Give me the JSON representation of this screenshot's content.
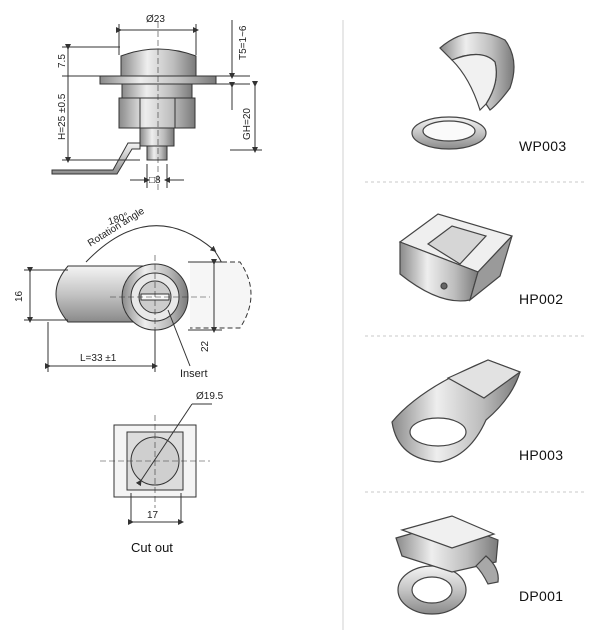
{
  "drawing": {
    "front_view": {
      "diameter_label": "Ø23",
      "flange_label": "7.5",
      "height_label": "H=25 ±0.5",
      "thickness_label": "T5=1~6",
      "gh_label": "GH=20",
      "square_label": "□8"
    },
    "rotation_view": {
      "angle_label": "180°",
      "rotation_label": "Rotation angle",
      "width_label": "16",
      "length_label": "L=33 ±1",
      "depth_label": "22",
      "insert_label": "Insert"
    },
    "cutout_view": {
      "diameter_label": "Ø19.5",
      "width_label": "17",
      "caption": "Cut out"
    }
  },
  "accessories": [
    {
      "code": "WP003"
    },
    {
      "code": "HP002"
    },
    {
      "code": "HP003"
    },
    {
      "code": "DP001"
    }
  ],
  "colors": {
    "line": "#333333",
    "metal_light": "#e6e6e6",
    "metal_mid": "#bdbdbd",
    "metal_dark": "#8a8a8a",
    "divider": "#c8c8c8"
  }
}
